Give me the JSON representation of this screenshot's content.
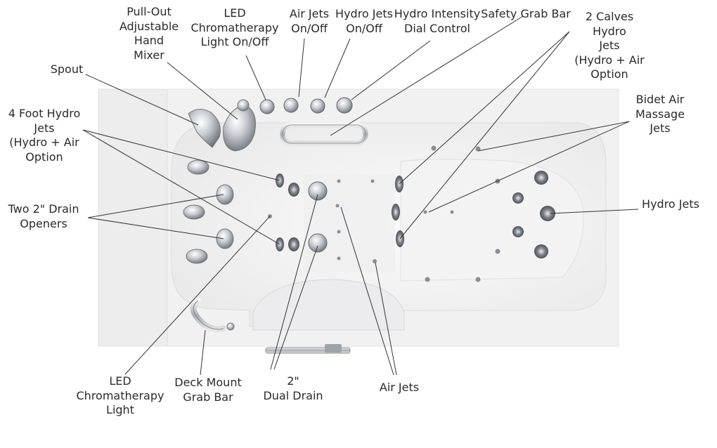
{
  "labels": {
    "spout": "Spout",
    "pullout_mixer": "Pull-Out\nAdjustable\nHand\nMixer",
    "led_chroma_switch": "LED\nChromatherapy\nLight On/Off",
    "air_jets_switch": "Air Jets\nOn/Off",
    "hydro_jets_switch": "Hydro Jets\nOn/Off",
    "hydro_intensity": "Hydro Intensity\nDial Control",
    "safety_grab_bar": "Safety Grab Bar",
    "calves_jets": "2 Calves\nHydro\nJets\n(Hydro + Air\nOption",
    "foot_jets": "4 Foot Hydro\nJets\n(Hydro + Air\nOption",
    "bidet_jets": "Bidet Air\nMassage\nJets",
    "drain_openers": "Two 2\" Drain\nOpeners",
    "hydro_jets": "Hydro Jets",
    "led_light": "LED\nChromatherapy\nLight",
    "deck_grab_bar": "Deck Mount\nGrab Bar",
    "dual_drain": "2\"\nDual Drain",
    "air_jets": "Air Jets"
  },
  "colors": {
    "tub_outer": "#f2f2f2",
    "tub_inner": "#f7f7f7",
    "chrome": "#b8bcc2",
    "leader": "#333333"
  }
}
